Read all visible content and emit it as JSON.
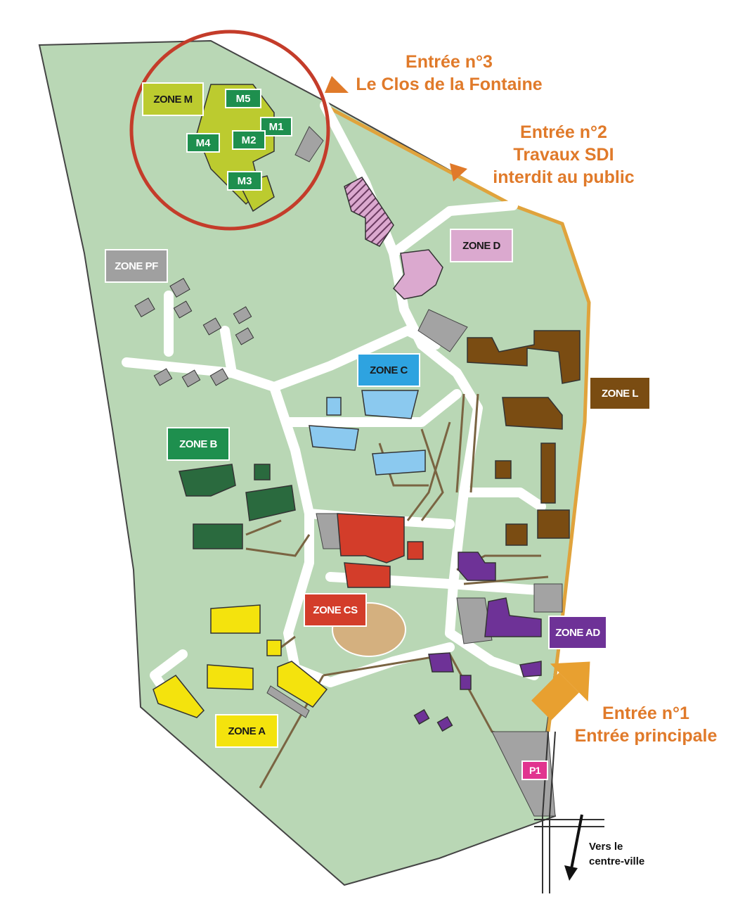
{
  "zones": {
    "m": {
      "label": "ZONE M",
      "color": "#bccb2f",
      "text_color": "#1a1a1a"
    },
    "m_buildings": [
      {
        "label": "M5"
      },
      {
        "label": "M1"
      },
      {
        "label": "M2"
      },
      {
        "label": "M4"
      },
      {
        "label": "M3"
      }
    ],
    "pf": {
      "label": "ZONE PF",
      "color": "#a0a0a0",
      "text_color": "#ffffff"
    },
    "d": {
      "label": "ZONE D",
      "color": "#dba9cf",
      "text_color": "#1a1a1a"
    },
    "c": {
      "label": "ZONE C",
      "color": "#2ea3e0",
      "text_color": "#1a1a1a"
    },
    "l": {
      "label": "ZONE L",
      "color": "#7a4c12",
      "text_color": "#ffffff"
    },
    "b": {
      "label": "ZONE B",
      "color": "#1e8f4e",
      "text_color": "#ffffff"
    },
    "cs": {
      "label": "ZONE CS",
      "color": "#d33d2a",
      "text_color": "#ffffff"
    },
    "ad": {
      "label": "ZONE AD",
      "color": "#6e3297",
      "text_color": "#ffffff"
    },
    "a": {
      "label": "ZONE A",
      "color": "#f4e30d",
      "text_color": "#1a1a1a"
    },
    "p1": {
      "label": "P1",
      "color": "#e1348f",
      "text_color": "#ffffff"
    }
  },
  "entrances": {
    "e3": {
      "line1": "Entrée n°3",
      "line2": "Le Clos de la Fontaine"
    },
    "e2": {
      "line1": "Entrée n°2",
      "line2": "Travaux SDI",
      "line3": "interdit au public"
    },
    "e1": {
      "line1": "Entrée n°1",
      "line2": "Entrée principale"
    }
  },
  "direction": {
    "line1": "Vers le",
    "line2": "centre-ville"
  },
  "colors": {
    "grass": "#b9d7b5",
    "path": "#7a6442",
    "road_edge": "#e0a33c",
    "accent_orange": "#e07a2a",
    "highlight_circle": "#c43c2a",
    "grey_building": "#a3a3a3",
    "track": "#d4b07f"
  }
}
